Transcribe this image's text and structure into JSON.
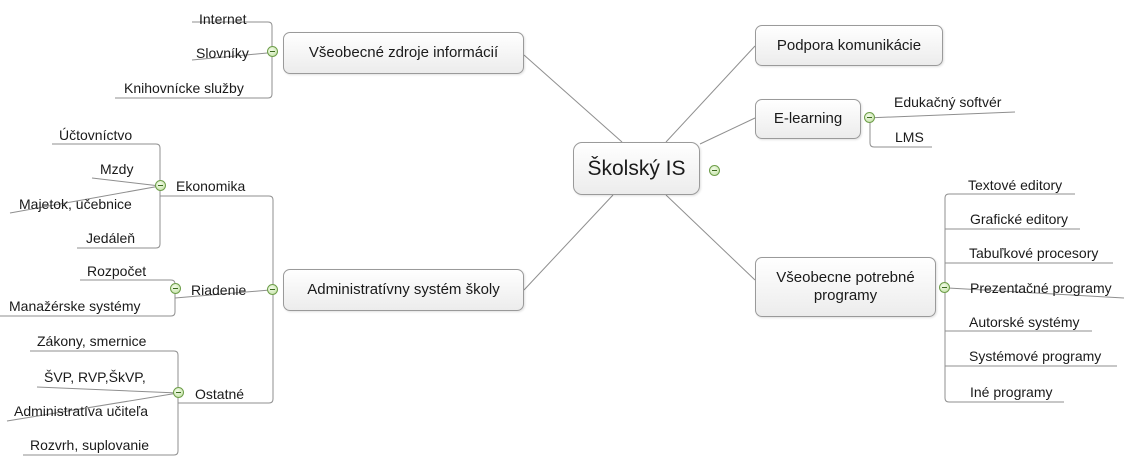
{
  "root": {
    "label": "Školský IS"
  },
  "branches": {
    "vseobecne_zdroje": {
      "label": "Všeobecné zdroje informácií",
      "children": [
        "Internet",
        "Slovníky",
        "Knihovnícke služby"
      ]
    },
    "administrativny": {
      "label": "Administratívny systém školy",
      "ekonomika": {
        "label": "Ekonomika",
        "children": [
          "Účtovníctvo",
          "Mzdy",
          "Majetok, učebnice",
          "Jedáleň"
        ]
      },
      "riadenie": {
        "label": "Riadenie",
        "children": [
          "Rozpočet",
          "Manažérske systémy"
        ]
      },
      "ostatne": {
        "label": "Ostatné",
        "children": [
          "Zákony, smernice",
          "ŠVP, RVP,ŠkVP,",
          "Administratíva učiteľa",
          "Rozvrh, suplovanie"
        ]
      }
    },
    "podpora": {
      "label": "Podpora komunikácie"
    },
    "elearning": {
      "label": "E-learning",
      "children": [
        "Edukačný softvér",
        "LMS"
      ]
    },
    "programy": {
      "label": "Všeobecne potrebné programy",
      "children": [
        "Textové editory",
        "Grafické editory",
        "Tabuľkové procesory",
        "Prezentačné programy",
        "Autorské systémy",
        "Systémové programy",
        "Iné programy"
      ]
    }
  },
  "colors": {
    "line": "#8f8f8f",
    "box_border": "#9a9a9a",
    "toggle": "#9ccc7a"
  },
  "icons": {
    "collapse": "collapse-toggle-icon"
  }
}
